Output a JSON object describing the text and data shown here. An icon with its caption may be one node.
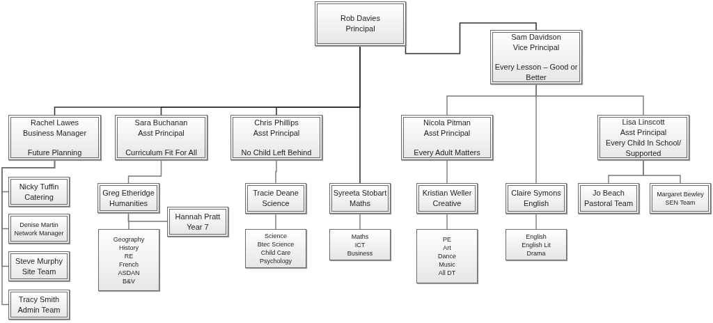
{
  "diagram": {
    "nodes": [
      {
        "text": [
          "Rob Davies",
          "Principal"
        ]
      },
      {
        "text": [
          "Sam Davidson",
          "Vice Principal",
          "Every Lesson – Good or Better"
        ]
      },
      {
        "text": [
          "Rachel Lawes",
          "Business Manager",
          "Future Planning"
        ]
      },
      {
        "text": [
          "Sara Buchanan",
          "Asst Principal",
          "Curriculum Fit For All"
        ]
      },
      {
        "text": [
          "Chris Phillips",
          "Asst Principal",
          "No Child Left Behind"
        ]
      },
      {
        "text": [
          "Nicola Pitman",
          "Asst Principal",
          "Every Adult Matters"
        ]
      },
      {
        "text": [
          "Lisa Linscott",
          "Asst Principal",
          "Every Child In School/ Supported"
        ]
      },
      {
        "text": [
          "Nicky Tuffin",
          "Catering"
        ]
      },
      {
        "text": [
          "Denise Martin",
          "Network Manager"
        ]
      },
      {
        "text": [
          "Steve Murphy",
          "Site Team"
        ]
      },
      {
        "text": [
          "Tracy Smith",
          "Admin Team"
        ]
      },
      {
        "text": [
          "Greg Etheridge",
          "Humanities"
        ]
      },
      {
        "text": [
          "Hannah Pratt",
          "Year 7"
        ]
      },
      {
        "text": [
          "Geography",
          "History",
          "RE",
          "French",
          "ASDAN",
          "B&V"
        ]
      },
      {
        "text": [
          "Tracie Deane",
          "Science"
        ]
      },
      {
        "text": [
          "Science",
          "Btec Science",
          "Child Care",
          "Psychology"
        ]
      },
      {
        "text": [
          "Syreeta Stobart",
          "Maths"
        ]
      },
      {
        "text": [
          "Maths",
          "ICT",
          "Business"
        ]
      },
      {
        "text": [
          "Kristian Weller",
          "Creative"
        ]
      },
      {
        "text": [
          "PE",
          "Art",
          "Dance",
          "Music",
          "All DT"
        ]
      },
      {
        "text": [
          "Claire Symons",
          "English"
        ]
      },
      {
        "text": [
          "English",
          "English Lit",
          "Drama"
        ]
      },
      {
        "text": [
          "Jo Beach",
          "Pastoral Team"
        ]
      },
      {
        "text": [
          "Margaret Bewley",
          "SEN Team"
        ]
      }
    ],
    "edges": [
      {
        "from": 0,
        "to": 1,
        "arrow": "none"
      },
      {
        "from": 0,
        "to": 2,
        "arrow": "none"
      },
      {
        "from": 0,
        "to": 3,
        "arrow": "none"
      },
      {
        "from": 0,
        "to": 4,
        "arrow": "none"
      },
      {
        "from": 0,
        "to": 16,
        "arrow": "none"
      },
      {
        "from": 1,
        "to": 5,
        "arrow": "none"
      },
      {
        "from": 1,
        "to": 20,
        "arrow": "none"
      },
      {
        "from": 1,
        "to": 6,
        "arrow": "none"
      },
      {
        "from": 2,
        "to": 7,
        "arrow": "none"
      },
      {
        "from": 2,
        "to": 8,
        "arrow": "none"
      },
      {
        "from": 2,
        "to": 9,
        "arrow": "none"
      },
      {
        "from": 2,
        "to": 10,
        "arrow": "none"
      },
      {
        "from": 3,
        "to": 11,
        "arrow": "none"
      },
      {
        "from": 11,
        "to": 12,
        "arrow": "none"
      },
      {
        "from": 11,
        "to": 13,
        "arrow": "none"
      },
      {
        "from": 4,
        "to": 14,
        "arrow": "none"
      },
      {
        "from": 14,
        "to": 15,
        "arrow": "none"
      },
      {
        "from": 16,
        "to": 17,
        "arrow": "none"
      },
      {
        "from": 5,
        "to": 18,
        "arrow": "none"
      },
      {
        "from": 18,
        "to": 19,
        "arrow": "none"
      },
      {
        "from": 20,
        "to": 21,
        "arrow": "none"
      },
      {
        "from": 6,
        "to": 22,
        "arrow": "none"
      },
      {
        "from": 6,
        "to": 23,
        "arrow": "none"
      }
    ]
  }
}
